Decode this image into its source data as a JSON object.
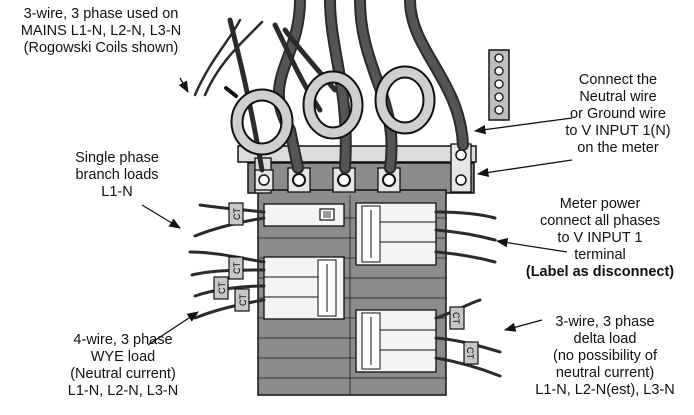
{
  "labels": {
    "mains": {
      "line1": "3-wire, 3 phase used on",
      "line2": "MAINS L1-N, L2-N, L3-N",
      "line3": "(Rogowski Coils shown)"
    },
    "neutral": {
      "line1": "Connect the",
      "line2": "Neutral wire",
      "line3": "or Ground wire",
      "line4": "to V INPUT 1(N)",
      "line5": "on the meter"
    },
    "single_phase": {
      "line1": "Single phase",
      "line2": "branch loads",
      "line3": "L1-N"
    },
    "meter_power": {
      "line1": "Meter power",
      "line2": "connect all phases",
      "line3": "to V INPUT 1",
      "line4": "terminal",
      "line5": "(Label as disconnect)"
    },
    "wye": {
      "line1": "4-wire, 3 phase",
      "line2": "WYE load",
      "line3": "(Neutral current)",
      "line4": "L1-N, L2-N, L3-N"
    },
    "delta": {
      "line1": "3-wire, 3 phase",
      "line2": "delta load",
      "line3": "(no possibility of",
      "line4": "neutral current)",
      "line5": "L1-N, L2-N(est), L3-N"
    }
  },
  "ct_tag_text": "CT",
  "colors": {
    "panel": "#8c8c8c",
    "panel_dark": "#6f6f6f",
    "busbar": "#dcdcdc",
    "breaker": "#f4f4f4",
    "wire": "#2b2b2b",
    "coil": "#c8c8c8",
    "line": "#111111"
  }
}
